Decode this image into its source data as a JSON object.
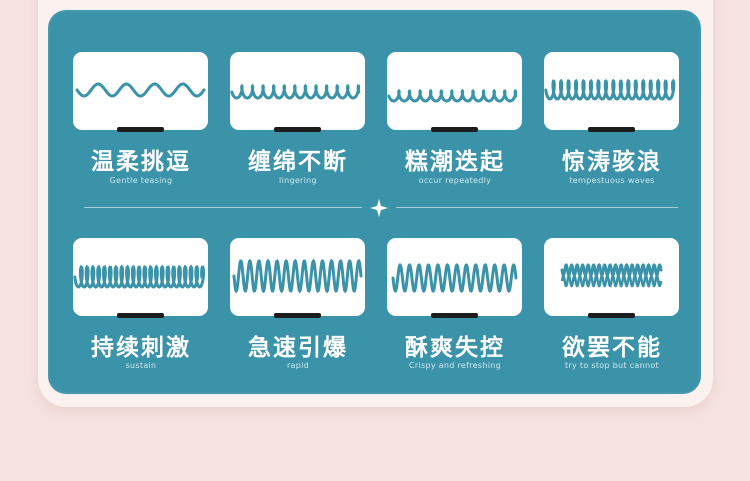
{
  "modes": [
    {
      "title": "温柔挑逗",
      "subtitle": "Gentle teasing"
    },
    {
      "title": "缠绵不断",
      "subtitle": "lingering"
    },
    {
      "title": "糕潮迭起",
      "subtitle": "occur repeatedly"
    },
    {
      "title": "惊涛骇浪",
      "subtitle": "tempestuous waves"
    },
    {
      "title": "持续刺激",
      "subtitle": "sustain"
    },
    {
      "title": "急速引爆",
      "subtitle": "rapid"
    },
    {
      "title": "酥爽失控",
      "subtitle": "Crispy and refreshing"
    },
    {
      "title": "欲罢不能",
      "subtitle": "try to stop but cannot"
    }
  ],
  "colors": {
    "panel": "#3b93a9",
    "wave": "#3b93a9",
    "background": "#f6e3e1"
  }
}
